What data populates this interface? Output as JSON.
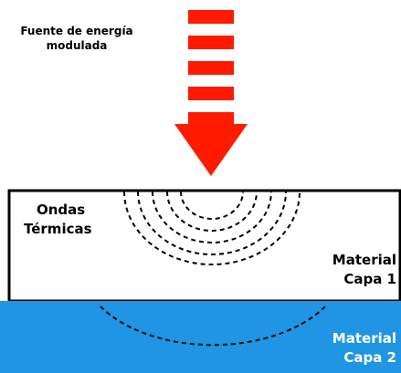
{
  "source": {
    "line1": "Fuente de energía",
    "line2": "modulada"
  },
  "waves_label": {
    "line1": "Ondas",
    "line2": "Térmicas"
  },
  "layer1": {
    "line1": "Material",
    "line2": "Capa 1"
  },
  "layer2": {
    "line1": "Material",
    "line2": "Capa 2"
  },
  "colors": {
    "arrow": "#ff1a00",
    "layer1_fill": "#ffffff",
    "layer2_fill": "#1f95e3",
    "outline": "#000000",
    "layer2_text": "#ffffff"
  }
}
